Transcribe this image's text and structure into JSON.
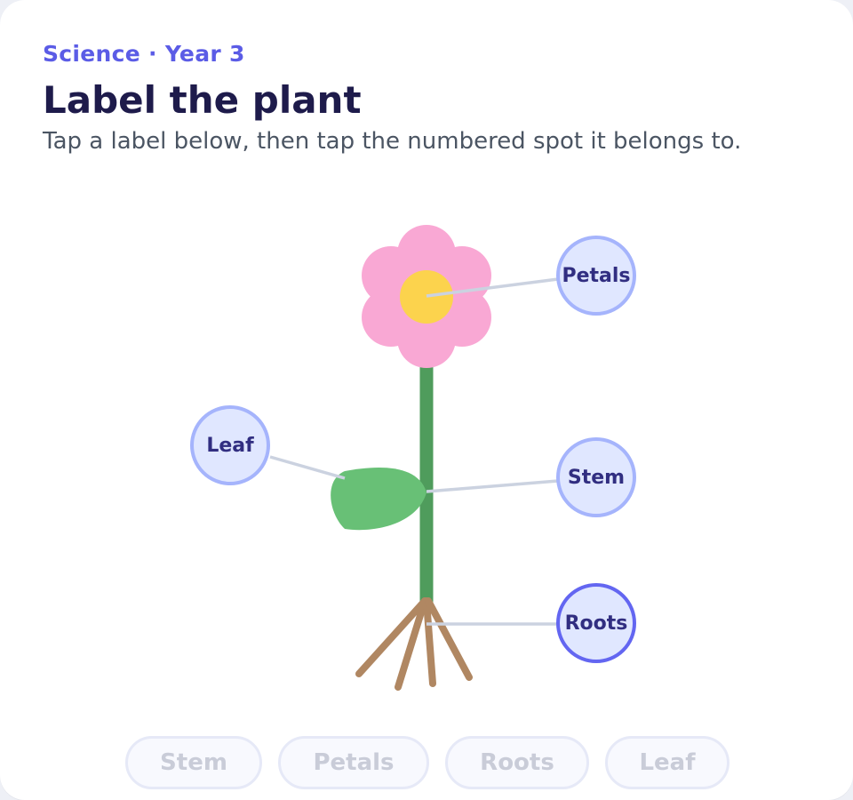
{
  "header": {
    "eyebrow": "Science · Year 3",
    "title": "Label the plant",
    "instructions": "Tap a label below, then tap the numbered spot it belongs to."
  },
  "diagram": {
    "hotspots": [
      {
        "id": "petals",
        "label": "Petals",
        "state": "placed"
      },
      {
        "id": "leaf",
        "label": "Leaf",
        "state": "placed"
      },
      {
        "id": "stem",
        "label": "Stem",
        "state": "placed"
      },
      {
        "id": "roots",
        "label": "Roots",
        "state": "placed-active"
      }
    ]
  },
  "label_tray": {
    "chips": [
      "Stem",
      "Petals",
      "Roots",
      "Leaf"
    ],
    "state": "used"
  },
  "colors": {
    "accent": "#6366f1",
    "petal": "#f9a8d4",
    "flower_center": "#fcd34d",
    "stem": "#4f9c5c",
    "leaf": "#68c076",
    "roots": "#b08762",
    "leader_line": "#cbd2e0",
    "hotspot_fill": "#e0e7ff",
    "hotspot_ring": "#a5b4fc"
  }
}
